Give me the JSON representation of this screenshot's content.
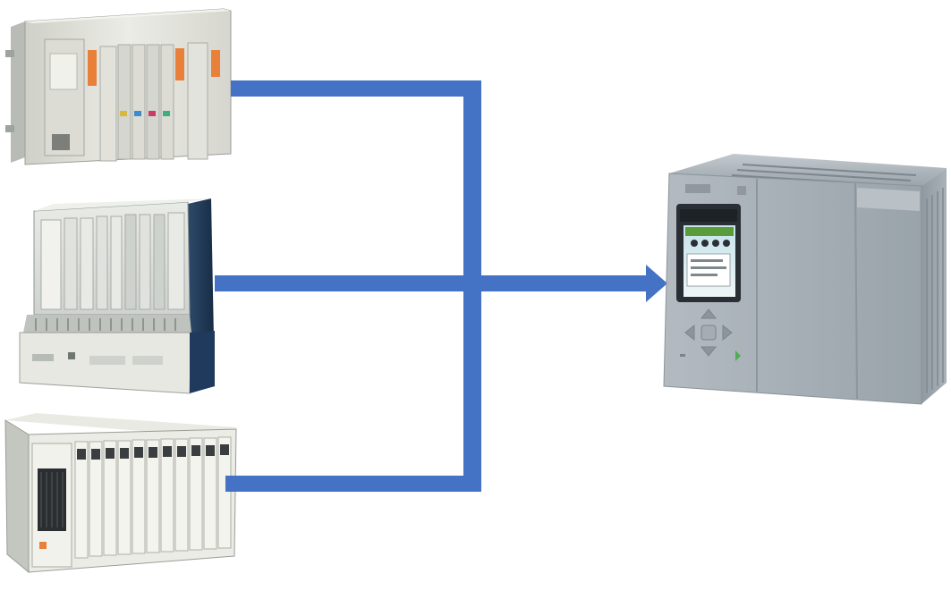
{
  "diagram": {
    "legacy_devices": [
      {
        "id": "legacy-plc-rack-top"
      },
      {
        "id": "legacy-plc-rack-middle"
      },
      {
        "id": "legacy-plc-rack-bottom"
      }
    ],
    "target_device": {
      "id": "modern-plc-cpu"
    },
    "colors": {
      "connector": "#4472c4",
      "rack_light": "#e6e6df",
      "rack_dark": "#3d4f63",
      "rack_navy": "#1f3a5c",
      "module_orange": "#e8803a",
      "cpu_gray": "#a7b0b6",
      "cpu_dark": "#8c969c",
      "screen_bg": "#2a2f35"
    }
  }
}
